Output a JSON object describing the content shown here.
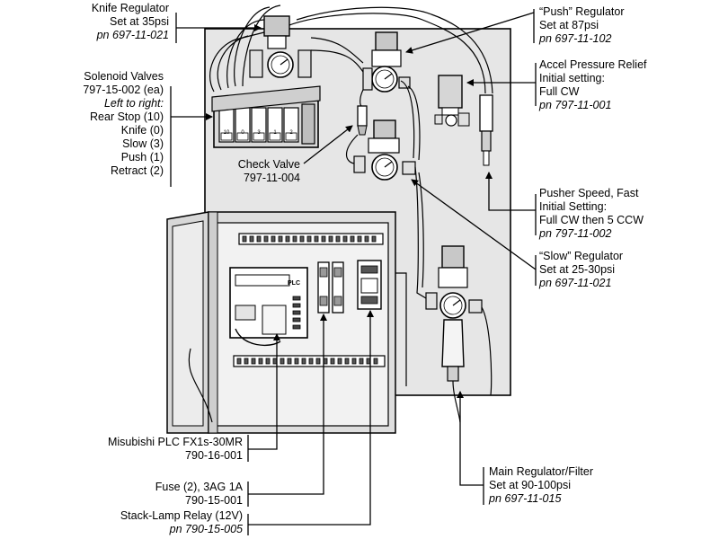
{
  "callouts": {
    "knife_regulator": {
      "title": "Knife Regulator",
      "setting": "Set at 35psi",
      "pn": "pn 697-11-021"
    },
    "solenoid_valves": {
      "title": "Solenoid Valves",
      "pn": "797-15-002 (ea)",
      "order_label": "Left to right:",
      "items": [
        "Rear Stop (10)",
        "Knife (0)",
        "Slow (3)",
        "Push (1)",
        "Retract (2)"
      ]
    },
    "check_valve": {
      "title": "Check Valve",
      "pn": "797-11-004"
    },
    "push_regulator": {
      "title": "“Push” Regulator",
      "setting": "Set at 87psi",
      "pn": "pn 697-11-102"
    },
    "accel_relief": {
      "title": "Accel Pressure Relief",
      "setting_label": "Initial setting:",
      "setting": "Full CW",
      "pn": "pn 797-11-001"
    },
    "pusher_speed": {
      "title": "Pusher Speed, Fast",
      "setting_label": "Initial Setting:",
      "setting": "Full CW then 5 CCW",
      "pn": "pn 797-11-002"
    },
    "slow_regulator": {
      "title": "“Slow” Regulator",
      "setting": "Set at 25-30psi",
      "pn": "pn 697-11-021"
    },
    "plc": {
      "title": "Misubishi PLC FX1s-30MR",
      "pn": "790-16-001"
    },
    "fuse": {
      "title": "Fuse (2), 3AG 1A",
      "pn": "790-15-001"
    },
    "relay": {
      "title": "Stack-Lamp Relay (12V)",
      "pn": "pn 790-15-005"
    },
    "main_regulator": {
      "title": "Main Regulator/Filter",
      "setting": "Set at 90-100psi",
      "pn": "pn 697-11-015"
    }
  },
  "valve_markings": [
    "10",
    "0",
    "3",
    "1",
    "2"
  ],
  "plc_marking": "PLC"
}
